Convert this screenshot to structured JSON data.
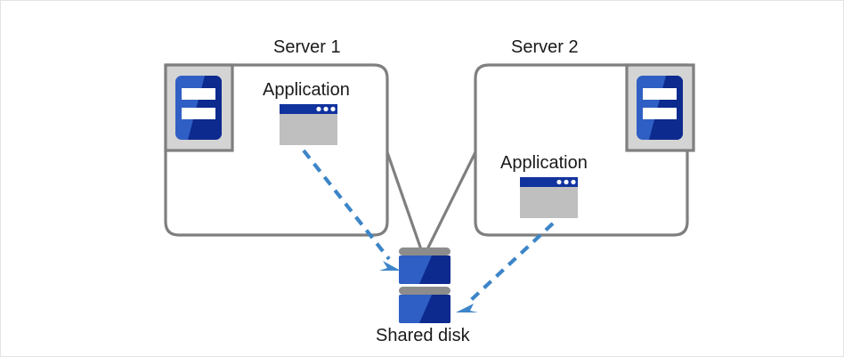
{
  "diagram": {
    "title_hidden": "",
    "type": "shared-disk cluster architecture",
    "background_color": "#ffffff",
    "border_color": "#e3e3e3",
    "colors": {
      "panel_stroke": "#7f7f7f",
      "connector_line": "#7f7f7f",
      "arrow_blue": "#3d85c8",
      "icon_blue_light": "#2f5fc4",
      "icon_blue_dark": "#0d2a8e",
      "app_titlebar": "#11339e",
      "app_body": "#bfbfbf",
      "server_frame": "#d4d4d4",
      "server_frame_stroke": "#7f7f7f",
      "disk_bar": "#8c8c8c",
      "text": "#1a1a1a"
    },
    "nodes": [
      {
        "id": "server1",
        "label": "Server 1",
        "icon": "server-icon",
        "app_label": "Application",
        "app_icon": "application-window-icon"
      },
      {
        "id": "server2",
        "label": "Server 2",
        "icon": "server-icon",
        "app_label": "Application",
        "app_icon": "application-window-icon"
      }
    ],
    "storage": {
      "id": "shared-disk",
      "label": "Shared disk",
      "icon": "disk-stack-icon",
      "units": 2
    },
    "connections": [
      {
        "from": "server1",
        "to": "shared-disk",
        "style": "solid",
        "color": "#7f7f7f"
      },
      {
        "from": "server2",
        "to": "shared-disk",
        "style": "solid",
        "color": "#7f7f7f"
      },
      {
        "from": "server1-application",
        "to": "shared-disk",
        "style": "dashed-arrow",
        "color": "#3d85c8"
      },
      {
        "from": "server2-application",
        "to": "shared-disk",
        "style": "dashed-arrow",
        "color": "#3d85c8"
      }
    ]
  },
  "labels": {
    "server1_title": "Server 1",
    "server2_title": "Server 2",
    "app1": "Application",
    "app2": "Application",
    "shared_disk": "Shared disk"
  }
}
